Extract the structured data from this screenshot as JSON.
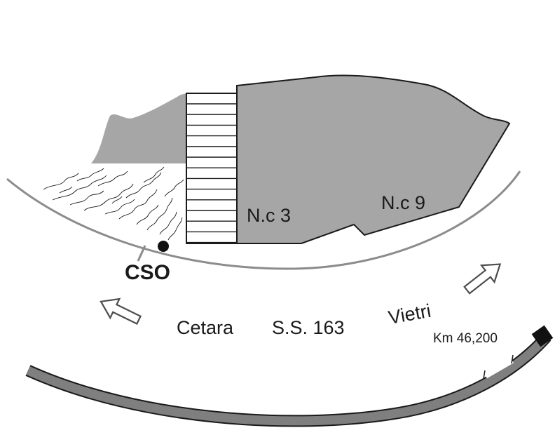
{
  "labels": {
    "nc3": "N.c 3",
    "nc9": "N.c 9",
    "cso": "CSO",
    "cetara": "Cetara",
    "road": "S.S. 163",
    "vietri": "Vietri",
    "km": "Km 46,200"
  },
  "colors": {
    "rock_fill": "#a6a6a6",
    "road_band": "#7f7f7f",
    "road_curve": "#8c8c8c",
    "outline": "#1a1a1a",
    "marker": "#111111"
  },
  "icons": {
    "arrow_left": "hollow-arrow-left-icon",
    "arrow_right": "hollow-arrow-right-icon",
    "cso_point": "filled-dot-icon",
    "km_marker": "black-square-marker-icon"
  }
}
